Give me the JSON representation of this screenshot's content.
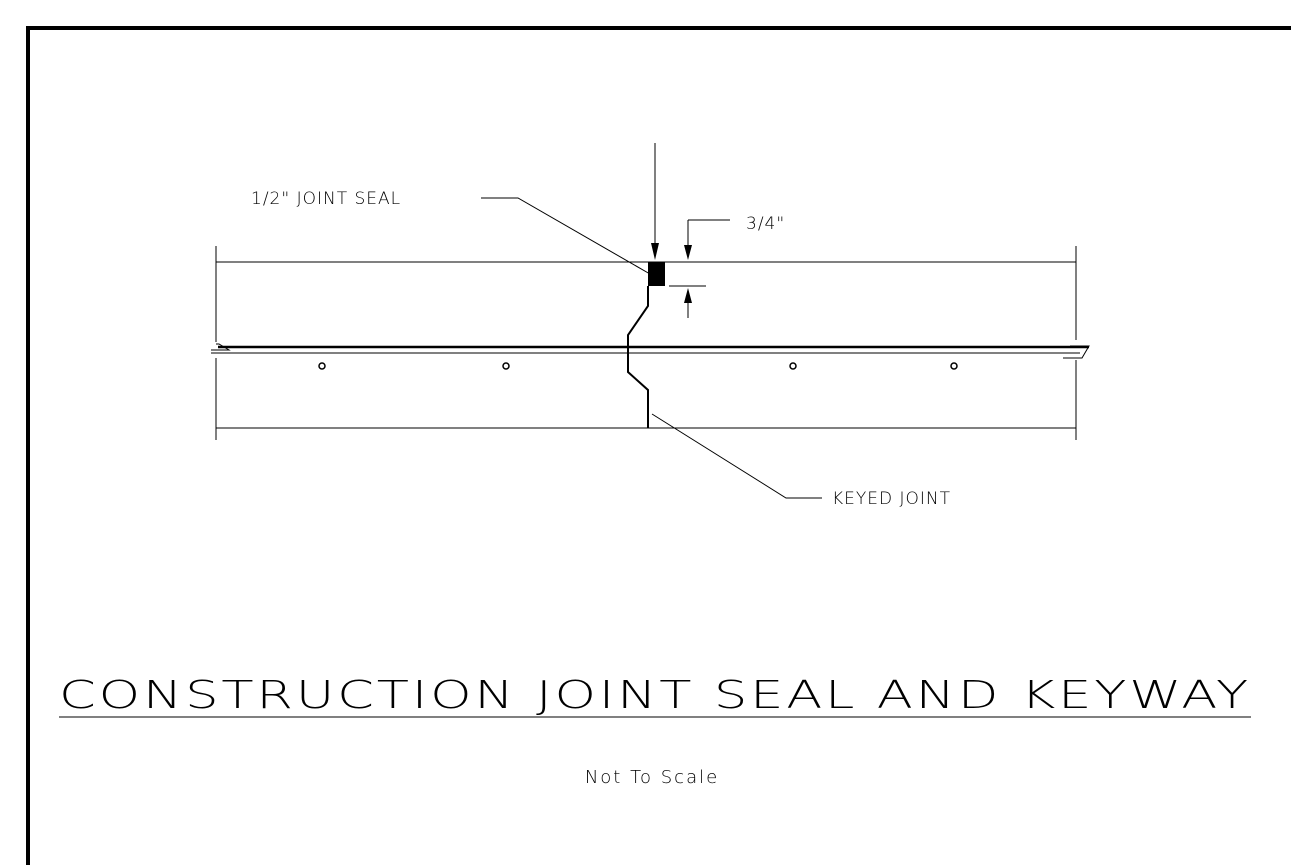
{
  "labels": {
    "joint_seal": "1/2\" JOINT SEAL",
    "dimension": "3/4\"",
    "keyed_joint": "KEYED JOINT"
  },
  "title": "CONSTRUCTION JOINT SEAL AND KEYWAY",
  "scale_note": "Not To Scale",
  "colors": {
    "line": "#000000",
    "background": "#ffffff"
  }
}
